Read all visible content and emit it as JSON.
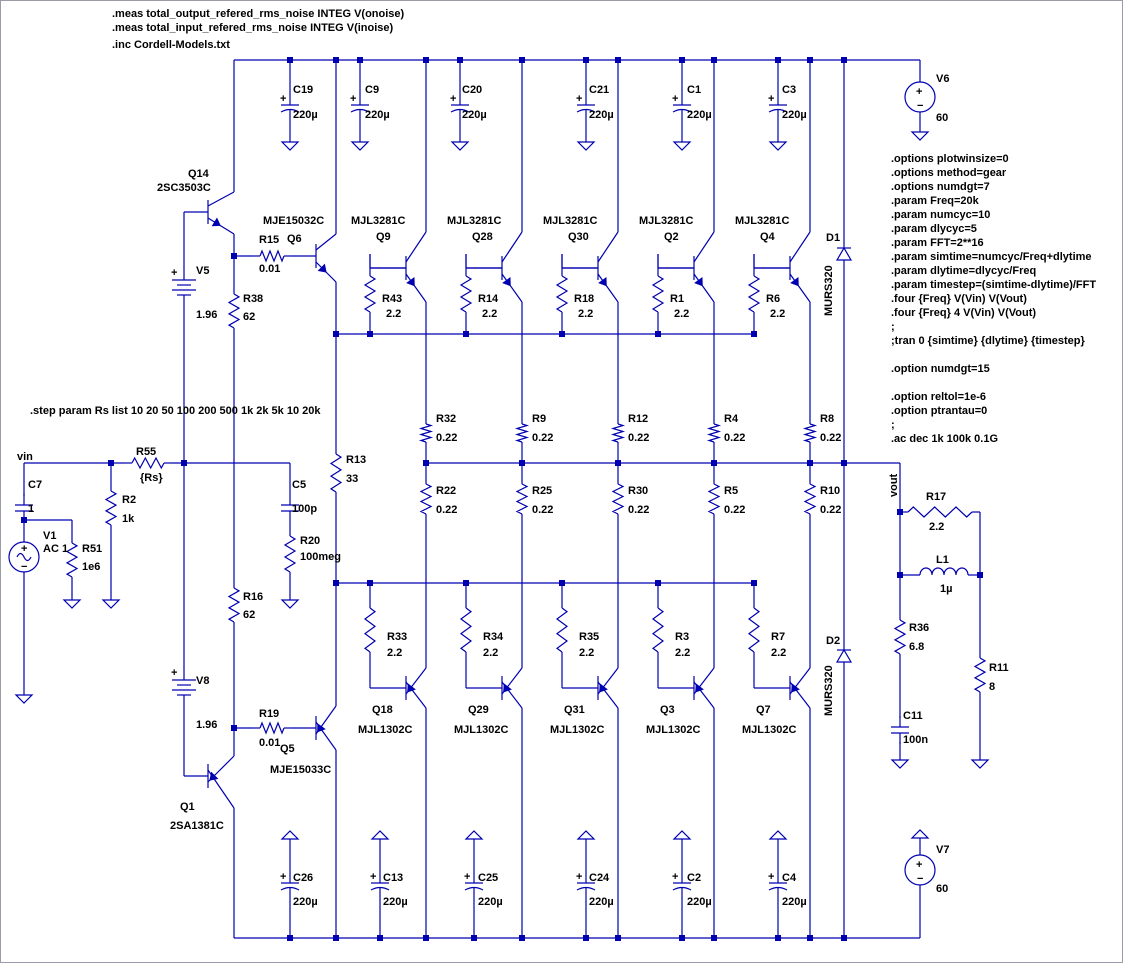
{
  "directives": {
    "meas1": ".meas total_output_refered_rms_noise INTEG V(onoise)",
    "meas2": ".meas total_input_refered_rms_noise INTEG V(inoise)",
    "inc": ".inc Cordell-Models.txt",
    "step": ".step param Rs list 10 20 50 100 200 500 1k 2k 5k 10 20k",
    "options": [
      ".options plotwinsize=0",
      ".options method=gear",
      ".options numdgt=7",
      ".param Freq=20k",
      ".param numcyc=10",
      ".param dlycyc=5",
      ".param FFT=2**16",
      ".param simtime=numcyc/Freq+dlytime",
      ".param dlytime=dlycyc/Freq",
      ".param timestep=(simtime-dlytime)/FFT",
      ".four {Freq} V(Vin) V(Vout)",
      ".four {Freq} 4 V(Vin) V(Vout)",
      ";",
      ";tran 0 {simtime} {dlytime} {timestep}",
      "",
      ".option numdgt=15",
      "",
      ".option reltol=1e-6",
      ".option ptrantau=0",
      ";",
      ".ac dec 1k 100k 0.1G"
    ]
  },
  "nets": {
    "vin": "vin",
    "vout": "vout"
  },
  "capsTop": [
    {
      "name": "C19",
      "value": "220µ"
    },
    {
      "name": "C9",
      "value": "220µ"
    },
    {
      "name": "C20",
      "value": "220µ"
    },
    {
      "name": "C21",
      "value": "220µ"
    },
    {
      "name": "C1",
      "value": "220µ"
    },
    {
      "name": "C3",
      "value": "220µ"
    }
  ],
  "capsBottom": [
    {
      "name": "C26",
      "value": "220µ"
    },
    {
      "name": "C13",
      "value": "220µ"
    },
    {
      "name": "C25",
      "value": "220µ"
    },
    {
      "name": "C24",
      "value": "220µ"
    },
    {
      "name": "C2",
      "value": "220µ"
    },
    {
      "name": "C4",
      "value": "220µ"
    }
  ],
  "npnOutputs": [
    {
      "ref": "Q9",
      "model": "MJL3281C",
      "rb": "R43",
      "rbv": "2.2",
      "re": "R32",
      "rev": "0.22"
    },
    {
      "ref": "Q28",
      "model": "MJL3281C",
      "rb": "R14",
      "rbv": "2.2",
      "re": "R9",
      "rev": "0.22"
    },
    {
      "ref": "Q30",
      "model": "MJL3281C",
      "rb": "R18",
      "rbv": "2.2",
      "re": "R12",
      "rev": "0.22"
    },
    {
      "ref": "Q2",
      "model": "MJL3281C",
      "rb": "R1",
      "rbv": "2.2",
      "re": "R4",
      "rev": "0.22"
    },
    {
      "ref": "Q4",
      "model": "MJL3281C",
      "rb": "R6",
      "rbv": "2.2",
      "re": "R8",
      "rev": "0.22"
    }
  ],
  "pnpOutputs": [
    {
      "ref": "Q18",
      "model": "MJL1302C",
      "rb": "R33",
      "rbv": "2.2",
      "re": "R22",
      "rev": "0.22"
    },
    {
      "ref": "Q29",
      "model": "MJL1302C",
      "rb": "R34",
      "rbv": "2.2",
      "re": "R25",
      "rev": "0.22"
    },
    {
      "ref": "Q31",
      "model": "MJL1302C",
      "rb": "R35",
      "rbv": "2.2",
      "re": "R30",
      "rev": "0.22"
    },
    {
      "ref": "Q3",
      "model": "MJL1302C",
      "rb": "R3",
      "rbv": "2.2",
      "re": "R5",
      "rev": "0.22"
    },
    {
      "ref": "Q7",
      "model": "MJL1302C",
      "rb": "R7",
      "rbv": "2.2",
      "re": "R10",
      "rev": "0.22"
    }
  ],
  "drivers": {
    "q14": {
      "ref": "Q14",
      "model": "2SC3503C"
    },
    "q1": {
      "ref": "Q1",
      "model": "2SA1381C"
    },
    "q6": {
      "ref": "Q6",
      "model": "MJE15032C"
    },
    "q5": {
      "ref": "Q5",
      "model": "MJE15033C"
    }
  },
  "parts": {
    "r15": {
      "name": "R15",
      "value": "0.01"
    },
    "r19": {
      "name": "R19",
      "value": "0.01"
    },
    "r38": {
      "name": "R38",
      "value": "62"
    },
    "r16": {
      "name": "R16",
      "value": "62"
    },
    "r13": {
      "name": "R13",
      "value": "33"
    },
    "r55": {
      "name": "R55",
      "value": "{Rs}"
    },
    "r2": {
      "name": "R2",
      "value": "1k"
    },
    "r51": {
      "name": "R51",
      "value": "1e6"
    },
    "r20": {
      "name": "R20",
      "value": "100meg"
    },
    "c5": {
      "name": "C5",
      "value": "100p"
    },
    "c7": {
      "name": "C7",
      "value": "1"
    },
    "v1": {
      "name": "V1",
      "value": "AC 1"
    },
    "v5": {
      "name": "V5",
      "value": "1.96"
    },
    "v8": {
      "name": "V8",
      "value": "1.96"
    },
    "v6": {
      "name": "V6",
      "value": "60"
    },
    "v7": {
      "name": "V7",
      "value": "60"
    },
    "d1": {
      "name": "D1",
      "value": "MURS320"
    },
    "d2": {
      "name": "D2",
      "value": "MURS320"
    },
    "r17": {
      "name": "R17",
      "value": "2.2"
    },
    "l1": {
      "name": "L1",
      "value": "1µ"
    },
    "r36": {
      "name": "R36",
      "value": "6.8"
    },
    "c11": {
      "name": "C11",
      "value": "100n"
    },
    "r11": {
      "name": "R11",
      "value": "8"
    }
  },
  "colors": {
    "wire": "#0000b0",
    "text": "#000000",
    "background": "#ffffff"
  }
}
